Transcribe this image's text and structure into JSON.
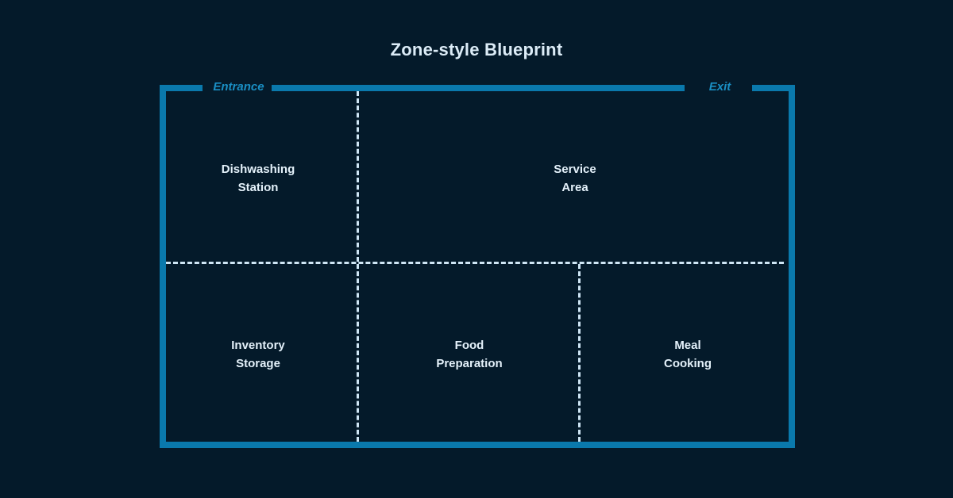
{
  "title": "Zone-style Blueprint",
  "colors": {
    "background": "#041a2a",
    "wall": "#0a79ac",
    "divider": "#cfe6f5",
    "title_text": "#dcecf7",
    "zone_text": "#e4f1fa",
    "door_text": "#1a8fc4"
  },
  "floorplan": {
    "doors": [
      {
        "id": "entrance",
        "label": "Entrance",
        "wall": "top"
      },
      {
        "id": "exit",
        "label": "Exit",
        "wall": "top"
      }
    ],
    "zones": [
      {
        "id": "dishwashing-station",
        "label": "Dishwashing\nStation",
        "row": "upper",
        "column": 1
      },
      {
        "id": "service-area",
        "label": "Service\nArea",
        "row": "upper",
        "column": 2
      },
      {
        "id": "inventory-storage",
        "label": "Inventory\nStorage",
        "row": "lower",
        "column": 1
      },
      {
        "id": "food-preparation",
        "label": "Food\nPreparation",
        "row": "lower",
        "column": 2
      },
      {
        "id": "meal-cooking",
        "label": "Meal\nCooking",
        "row": "lower",
        "column": 3
      }
    ],
    "dividers": [
      {
        "id": "row-split",
        "orientation": "horizontal"
      },
      {
        "id": "upper-split",
        "orientation": "vertical"
      },
      {
        "id": "lower-split-1",
        "orientation": "vertical"
      },
      {
        "id": "lower-split-2",
        "orientation": "vertical"
      }
    ]
  }
}
